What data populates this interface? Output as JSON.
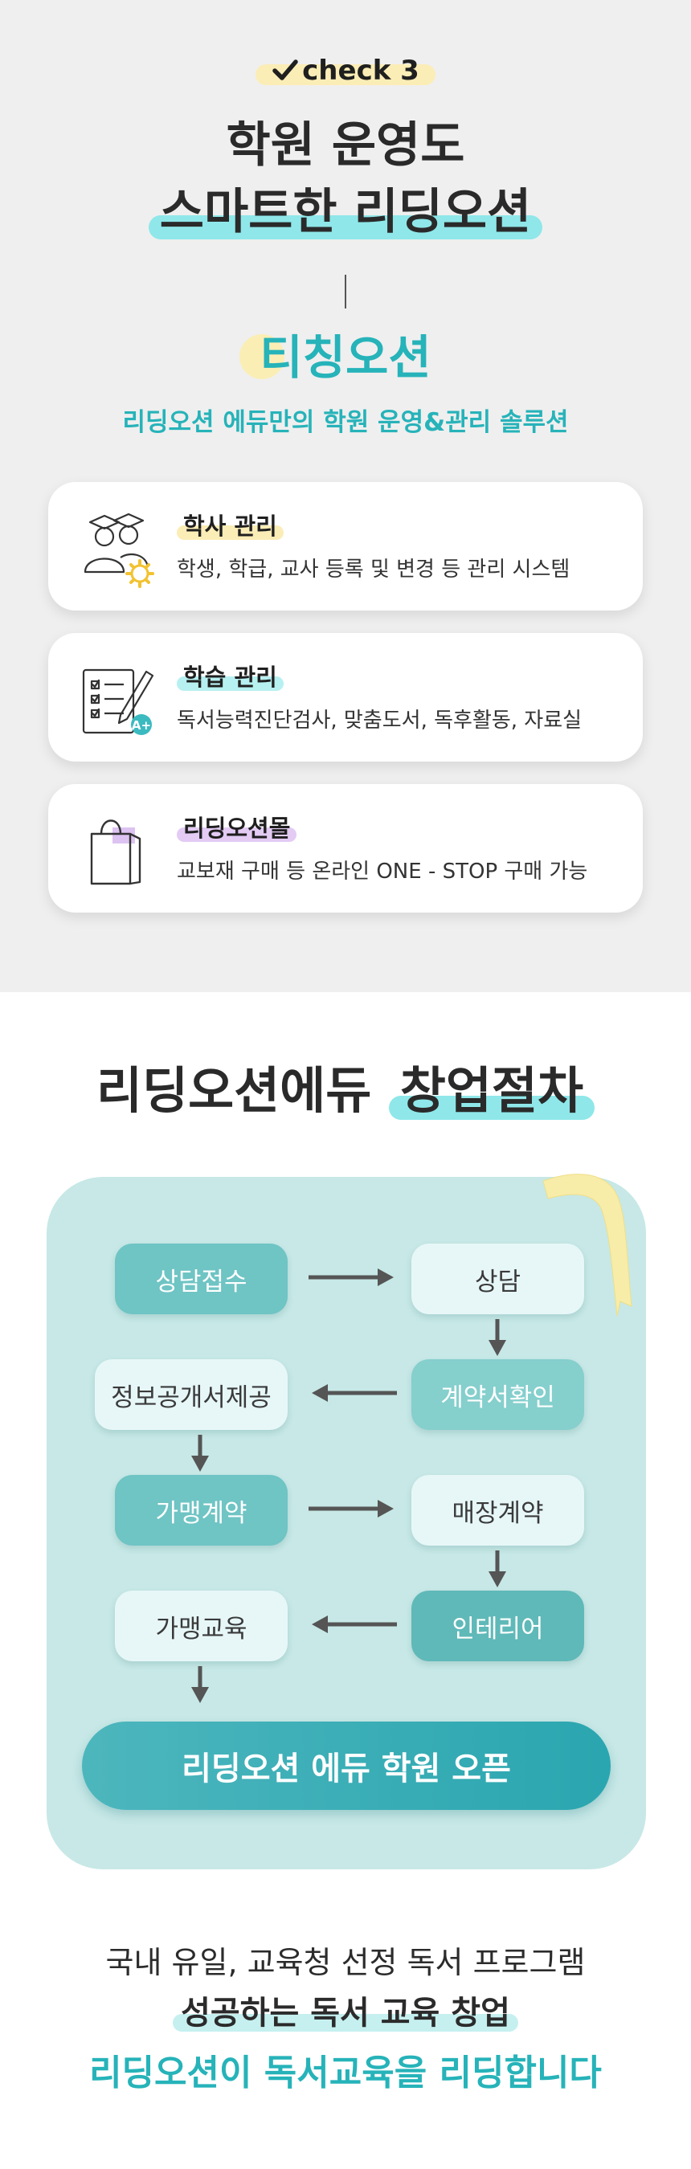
{
  "section1": {
    "check_label": "check 3",
    "headline_line1": "학원 운영도",
    "headline_line2": "스마트한 리딩오션",
    "brand": "티칭오션",
    "tagline": "리딩오션 에듀만의 학원 운영&관리 솔루션",
    "cards": [
      {
        "title": "학사 관리",
        "desc": "학생, 학급, 교사 등록 및 변경 등 관리 시스템",
        "icon": "graduates-gear-icon"
      },
      {
        "title": "학습 관리",
        "desc": "독서능력진단검사, 맞춤도서, 독후활동, 자료실",
        "icon": "checklist-pencil-icon"
      },
      {
        "title": "리딩오션몰",
        "desc": "교보재 구매 등 온라인 ONE  -  STOP 구매 가능",
        "icon": "shopping-bag-icon"
      }
    ],
    "colors": {
      "accent": "#26b3b9",
      "highlight_yellow": "#fbedb6",
      "highlight_mint": "#8fe7e9"
    }
  },
  "section2": {
    "title_plain": "리딩오션에듀 ",
    "title_highlight": "창업절차",
    "steps": {
      "s1": "상담접수",
      "s2": "상담",
      "s3": "계약서확인",
      "s4": "정보공개서제공",
      "s5": "가맹계약",
      "s6": "매장계약",
      "s7": "인테리어",
      "s8": "가맹교육"
    },
    "final": "리딩오션 에듀 학원 오픈"
  },
  "footer": {
    "line1": "국내 유일, 교육청 선정 독서 프로그램",
    "line2": "성공하는 독서 교육 창업",
    "line3": "리딩오션이 독서교육을 리딩합니다"
  }
}
